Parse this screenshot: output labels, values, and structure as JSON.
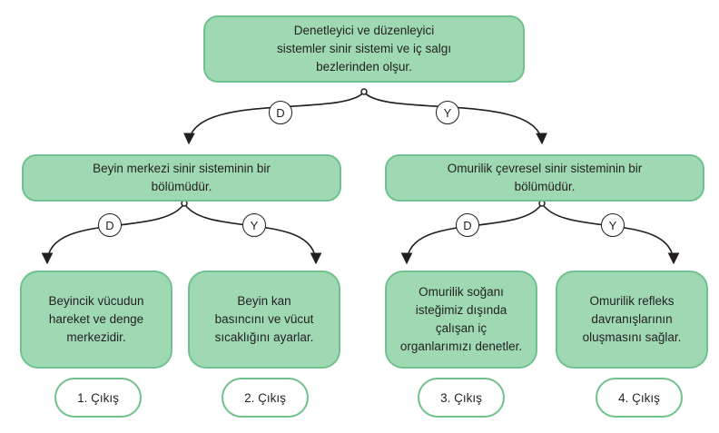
{
  "root": {
    "text": "Denetleyici ve düzenleyici\nsistemler sinir sistemi ve iç salgı\nbezlerinden olşur."
  },
  "left": {
    "text": "Beyin merkezi sinir sisteminin bir\nbölümüdür.",
    "yes_leaf": {
      "text": "Beyincik vücudun\nhareket ve denge\nmerkezidir.",
      "exit": "1. Çıkış"
    },
    "no_leaf": {
      "text": "Beyin kan\nbasıncını ve vücut\nsıcaklığını ayarlar.",
      "exit": "2. Çıkış"
    }
  },
  "right": {
    "text": "Omurilik çevresel sinir sisteminin  bir\nbölümüdür.",
    "yes_leaf": {
      "text": "Omurilik soğanı\nisteğimiz dışında\nçalışan iç\norganlarımızı denetler.",
      "exit": "3. Çıkış"
    },
    "no_leaf": {
      "text": "Omurilik refleks\ndavranışlarının\noluşmasını sağlar.",
      "exit": "4. Çıkış"
    }
  },
  "labels": {
    "true": "D",
    "false": "Y"
  },
  "colors": {
    "box_fill": "#9fd9b3",
    "box_border": "#6fc18d",
    "line": "#231f20"
  }
}
